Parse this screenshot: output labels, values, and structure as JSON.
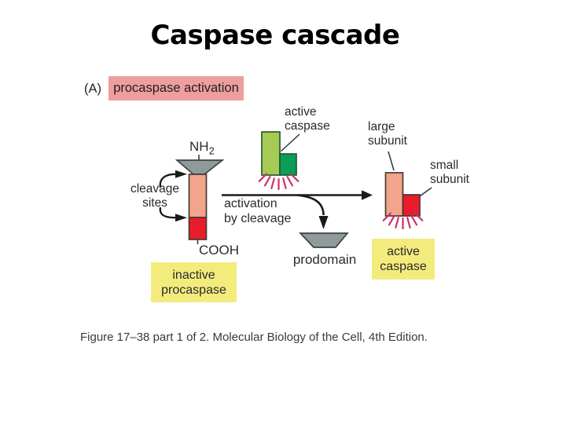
{
  "slide": {
    "title": "Caspase cascade",
    "caption": "Figure 17–38 part 1 of 2. Molecular Biology of the Cell, 4th Edition."
  },
  "panel": {
    "label": "(A)",
    "heading": "procaspase activation"
  },
  "inactive_procaspase": {
    "nh2_base": "NH",
    "nh2_sub": "2",
    "cooh": "COOH",
    "cleavage_line1": "cleavage",
    "cleavage_line2": "sites",
    "box_line1": "inactive",
    "box_line2": "procaspase"
  },
  "process": {
    "arrow_line1": "activation",
    "arrow_line2": "by cleavage",
    "prodomain": "prodomain"
  },
  "active_caspase_center": {
    "line1": "active",
    "line2": "caspase"
  },
  "active_caspase_right": {
    "large_line1": "large",
    "large_line2": "subunit",
    "small_line1": "small",
    "small_line2": "subunit",
    "box_line1": "active",
    "box_line2": "caspase"
  },
  "colors": {
    "pink_highlight": "#ef9e9e",
    "yellow_highlight": "#f3ec7d",
    "salmon_subunit": "#f2a48c",
    "red_subunit": "#e91c2c",
    "green_light": "#a5cb55",
    "green_dark": "#0a9e57",
    "prodomain_gray": "#8f9a9a",
    "ray_crimson": "#cc3366",
    "arrow_black": "#1a1a1a"
  }
}
